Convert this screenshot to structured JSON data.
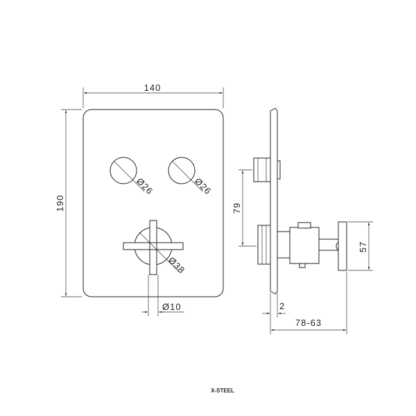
{
  "dimensions": {
    "width": "140",
    "height": "190",
    "button_diameter_left": "Ø26",
    "button_diameter_right": "Ø26",
    "handle_diameter": "Ø38",
    "stem_diameter": "Ø10",
    "button_to_handle": "79",
    "plate_thickness": "2",
    "projection": "78-63",
    "knob_height": "57"
  },
  "caption": "X-STEEL"
}
